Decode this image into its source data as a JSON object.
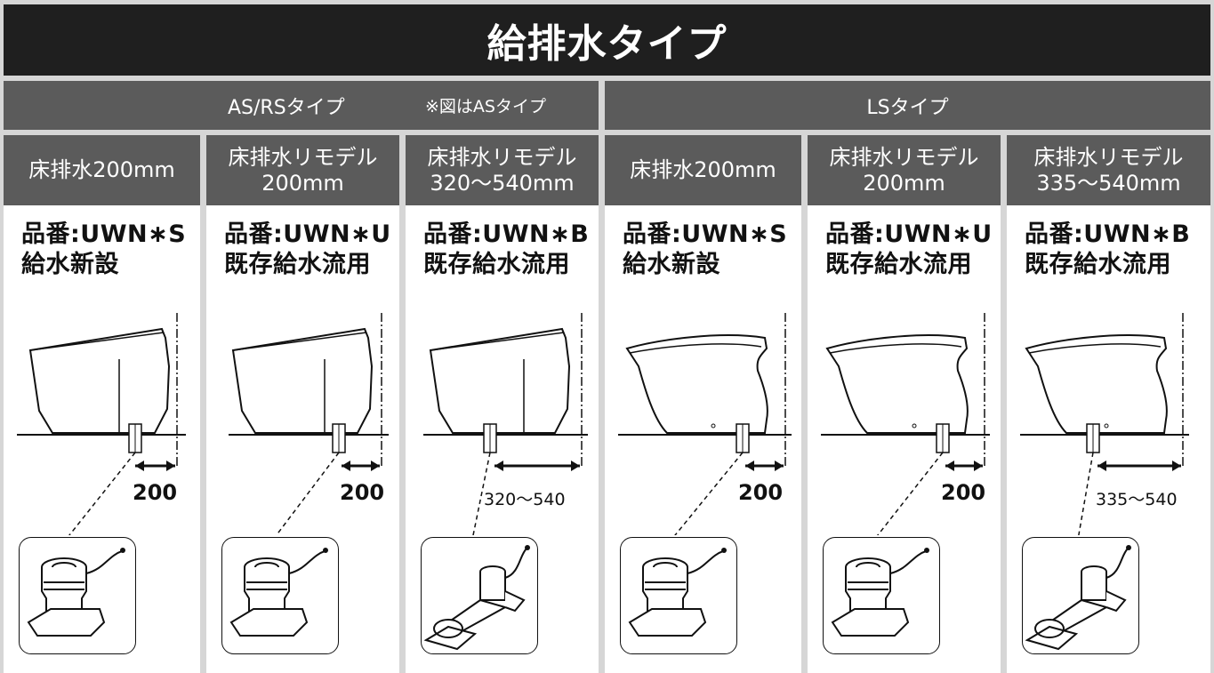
{
  "title": "給排水タイプ",
  "groups": {
    "as": {
      "title": "AS/RSタイプ",
      "note": "※図はASタイプ"
    },
    "ls": {
      "title": "LSタイプ"
    }
  },
  "columns": [
    {
      "head1": "床排水200mm",
      "head2": "",
      "model": "品番:UWN∗S",
      "supply": "給水新設",
      "distance": "200"
    },
    {
      "head1": "床排水リモデル",
      "head2": "200mm",
      "model": "品番:UWN∗U",
      "supply": "既存給水流用",
      "distance": "200"
    },
    {
      "head1": "床排水リモデル",
      "head2": "320〜540mm",
      "model": "品番:UWN∗B",
      "supply": "既存給水流用",
      "distance": "320〜540"
    },
    {
      "head1": "床排水200mm",
      "head2": "",
      "model": "品番:UWN∗S",
      "supply": "給水新設",
      "distance": "200"
    },
    {
      "head1": "床排水リモデル",
      "head2": "200mm",
      "model": "品番:UWN∗U",
      "supply": "既存給水流用",
      "distance": "200"
    },
    {
      "head1": "床排水リモデル",
      "head2": "335〜540mm",
      "model": "品番:UWN∗B",
      "supply": "既存給水流用",
      "distance": "335〜540"
    }
  ],
  "icons": {
    "toilet_as": "toilet-as-drawing",
    "toilet_ls": "toilet-ls-drawing",
    "fitting_straight": "floor-drain-fitting",
    "fitting_offset": "offset-drain-fitting"
  }
}
